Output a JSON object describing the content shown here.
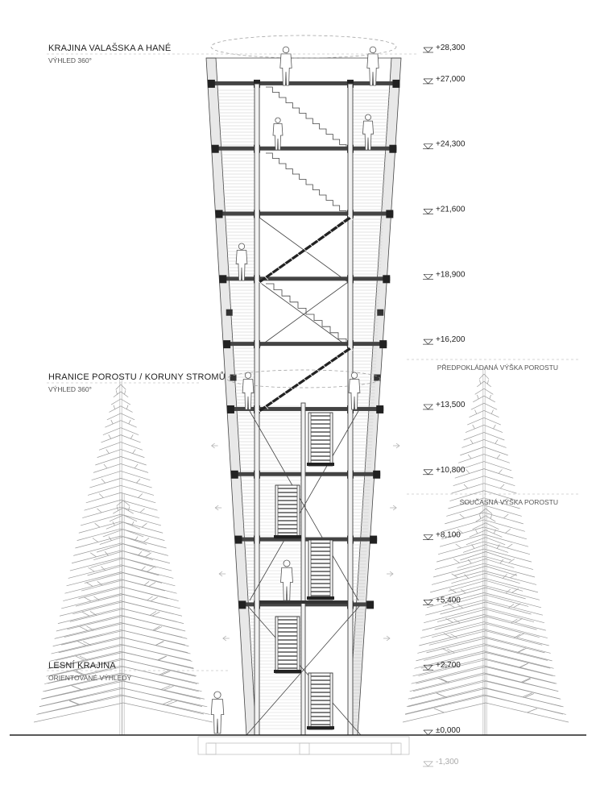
{
  "labels": {
    "top_title": "KRAJINA VALAŠSKA A HANÉ",
    "top_sub": "VÝHLED 360°",
    "mid_title": "HRANICE POROSTU / KORUNY STROMŮ",
    "mid_sub": "VÝHLED 360°",
    "low_title": "LESNÍ KRAJINA",
    "low_sub": "ORIENTOVANÉ VÝHLEDY",
    "expected_height": "PŘEDPOKLÁDANÁ VÝŠKA POROSTU",
    "current_height": "SOUČASNÁ VÝŠKA POROSTU"
  },
  "levels": [
    {
      "value": 28.3,
      "label": "+28,300"
    },
    {
      "value": 27.0,
      "label": "+27,000"
    },
    {
      "value": 24.3,
      "label": "+24,300"
    },
    {
      "value": 21.6,
      "label": "+21,600"
    },
    {
      "value": 18.9,
      "label": "+18,900"
    },
    {
      "value": 16.2,
      "label": "+16,200"
    },
    {
      "value": 13.5,
      "label": "+13,500"
    },
    {
      "value": 10.8,
      "label": "+10,800"
    },
    {
      "value": 8.1,
      "label": "+8,100"
    },
    {
      "value": 5.4,
      "label": "+5,400"
    },
    {
      "value": 2.7,
      "label": "+2,700"
    },
    {
      "value": 0.0,
      "label": "±0,000"
    },
    {
      "value": -1.3,
      "label": "-1,300"
    }
  ]
}
